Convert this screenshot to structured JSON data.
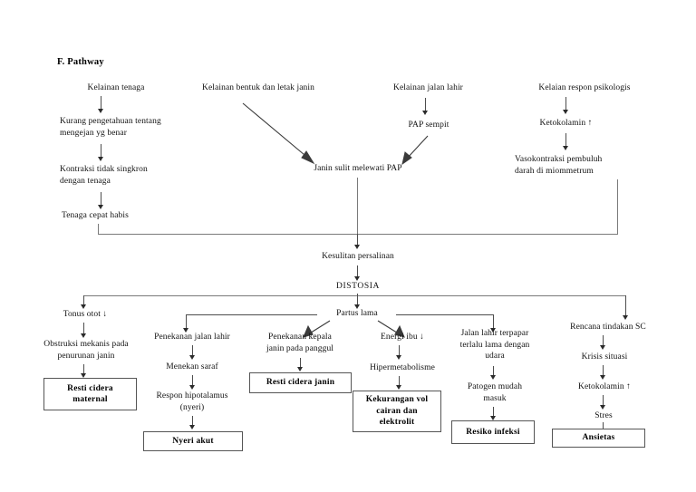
{
  "document": {
    "section_heading": "F.   Pathway",
    "type": "clinical-pathway-flowchart",
    "language": "id"
  },
  "nodes": {
    "col1": {
      "n1": "Kelainan tenaga",
      "n2": "Kurang pengetahuan tentang\nmengejan yg benar",
      "n3": "Kontraksi tidak singkron\ndengan tenaga",
      "n4": "Tenaga cepat habis"
    },
    "col2": {
      "n1": "Kelainan bentuk dan letak janin",
      "n2": "Janin sulit melewati PAP"
    },
    "col3": {
      "n1": "Kelainan jalan lahir",
      "n2": "PAP sempit"
    },
    "col4": {
      "n1": "Kelaian respon psikologis",
      "n2": "Ketokolamin ↑",
      "n3": "Vasokontraksi pembuluh\ndarah di miommetrum"
    },
    "trunk": {
      "n1": "Kesulitan persalinan",
      "n2": "DISTOSIA",
      "n3": "Partus lama"
    },
    "branch_a": {
      "n1": "Tonus otot ↓",
      "n2": "Obstruksi mekanis pada\npenurunan janin",
      "outcome": "Resti cidera\nmaternal"
    },
    "branch_b": {
      "n1": "Penekanan jalan lahir",
      "n2": "Menekan saraf",
      "n3": "Respon hipotalamus\n(nyeri)",
      "outcome": "Nyeri akut"
    },
    "branch_c": {
      "n1": "Penekanan kepala\njanin pada panggul",
      "outcome": "Resti cidera janin"
    },
    "branch_d": {
      "n1": "Energi ibu ↓",
      "n2": "Hipermetabolisme",
      "outcome": "Kekurangan vol\ncairan dan\nelektrolit"
    },
    "branch_e": {
      "n1": "Jalan lahir terpapar\nterlalu lama dengan\nudara",
      "n2": "Patogen mudah\nmasuk",
      "outcome": "Resiko infeksi"
    },
    "branch_f": {
      "n1": "Rencana tindakan SC",
      "n2": "Krisis situasi",
      "n3": "Ketokolamin ↑",
      "n4": "Stres",
      "outcome": "Ansietas"
    }
  },
  "colors": {
    "text": "#111111",
    "connector": "#4d4d4d",
    "rule": "#7a7a7a",
    "box_border": "#555555",
    "background": "#ffffff"
  }
}
